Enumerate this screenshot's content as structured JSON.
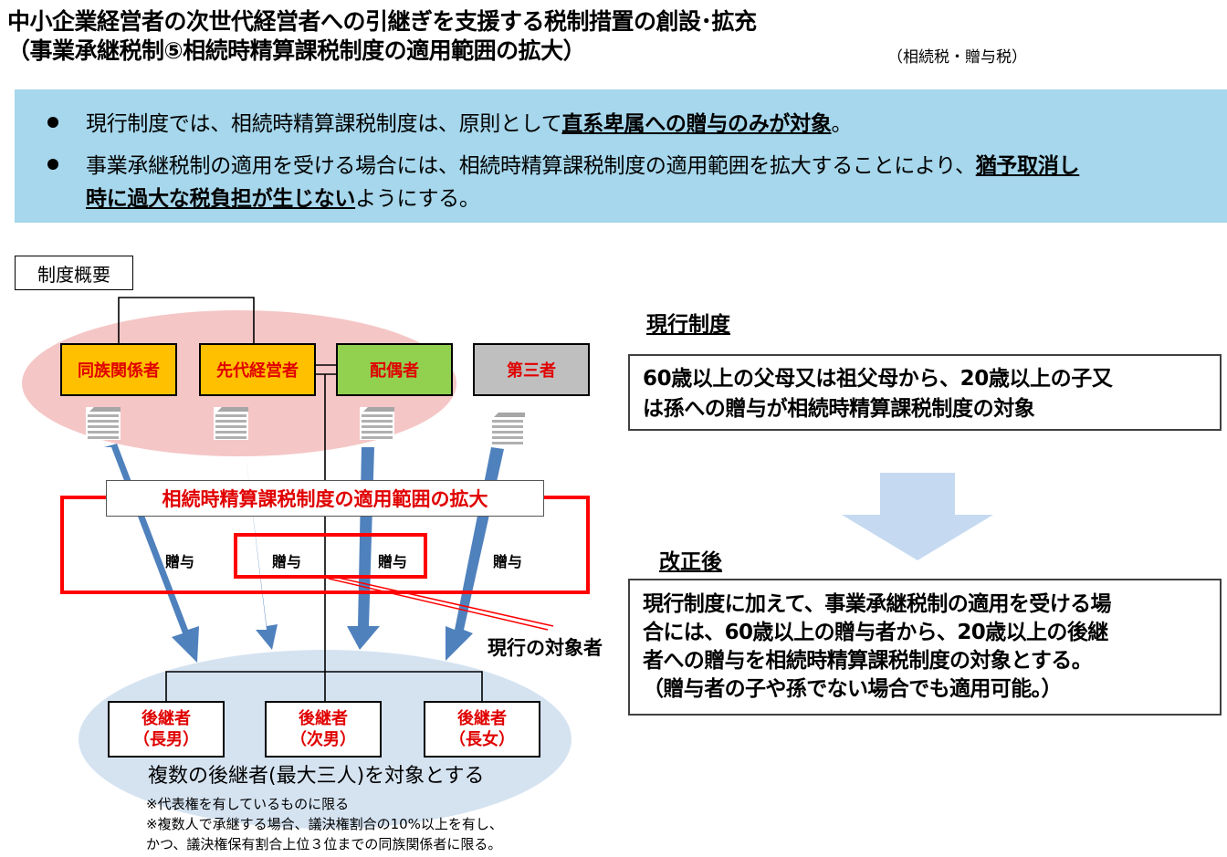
{
  "header": {
    "title_line1": "中小企業経営者の次世代経営者への引継ぎを支援する税制措置の創設･拡充",
    "title_line2": "（事業承継税制⑤相続時精算課税制度の適用範囲の拡大）",
    "tax_note": "（相続税・贈与税）"
  },
  "summary": {
    "bullet1": {
      "pre": "現行制度では、相続時精算課税制度は、原則として",
      "emph": "直系卑属への贈与のみが対象",
      "post": "。"
    },
    "bullet2": {
      "line1_pre": "事業承継税制の適用を受ける場合には、相続時精算課税制度の適用範囲を拡大することにより、",
      "line1_emph": "猶予取消し",
      "line2_emph": "時に過大な税負担が生じない",
      "line2_post": "ようにする。"
    }
  },
  "diagram": {
    "overview_label": "制度概要",
    "givers": [
      {
        "label": "同族関係者",
        "color": "#ffc000"
      },
      {
        "label": "先代経営者",
        "color": "#ffc000"
      },
      {
        "label": "配偶者",
        "color": "#92d050"
      },
      {
        "label": "第三者",
        "color": "#bfbfbf"
      }
    ],
    "expand_label": "相続時精算課税制度の適用範囲の拡大",
    "gift_label": "贈与",
    "current_target_label": "現行の対象者",
    "successors": [
      {
        "line1": "後継者",
        "line2": "（長男）"
      },
      {
        "line1": "後継者",
        "line2": "（次男）"
      },
      {
        "line1": "後継者",
        "line2": "（長女）"
      }
    ],
    "multi_label": "複数の後継者(最大三人)を対象とする",
    "notes": [
      "※代表権を有しているものに限る",
      "※複数人で承継する場合、議決権割合の10%以上を有し、",
      "かつ、議決権保有割合上位３位までの同族関係者に限る。"
    ],
    "colors": {
      "arrow": "#4f81bd",
      "red": "#ff0000",
      "pink": "#f5c6c6",
      "light_blue": "#d5e3f1"
    }
  },
  "current": {
    "heading": "現行制度",
    "lines": [
      "60歳以上の父母又は祖父母から、20歳以上の子又",
      "は孫への贈与が相続時精算課税制度の対象"
    ]
  },
  "revised": {
    "heading": "改正後",
    "lines": [
      "現行制度に加えて、事業承継税制の適用を受ける場",
      "合には、60歳以上の贈与者から、20歳以上の後継",
      "者への贈与を相続時精算課税制度の対象とする。",
      "（贈与者の子や孫でない場合でも適用可能。）"
    ]
  }
}
